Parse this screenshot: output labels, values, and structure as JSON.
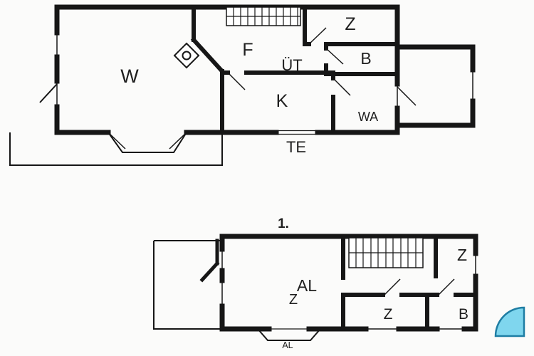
{
  "colors": {
    "background": "#fbfbfa",
    "wall": "#161616",
    "label": "#1f1f1f",
    "tub_fill": "#7fd6ee",
    "tub_stroke": "#1e7da3"
  },
  "ground_floor": {
    "labels": {
      "living": "W",
      "hall": "F",
      "room": "Z",
      "covered_terrace": "ÜT",
      "bath": "B",
      "kitchen": "K",
      "utility": "WA",
      "terrace": "TE"
    }
  },
  "upper_floor": {
    "heading": "1.",
    "labels": {
      "main": "AL",
      "room_center": "Z",
      "room_top": "Z",
      "room_bottom": "Z",
      "bath": "B",
      "balcony": "AL"
    }
  }
}
